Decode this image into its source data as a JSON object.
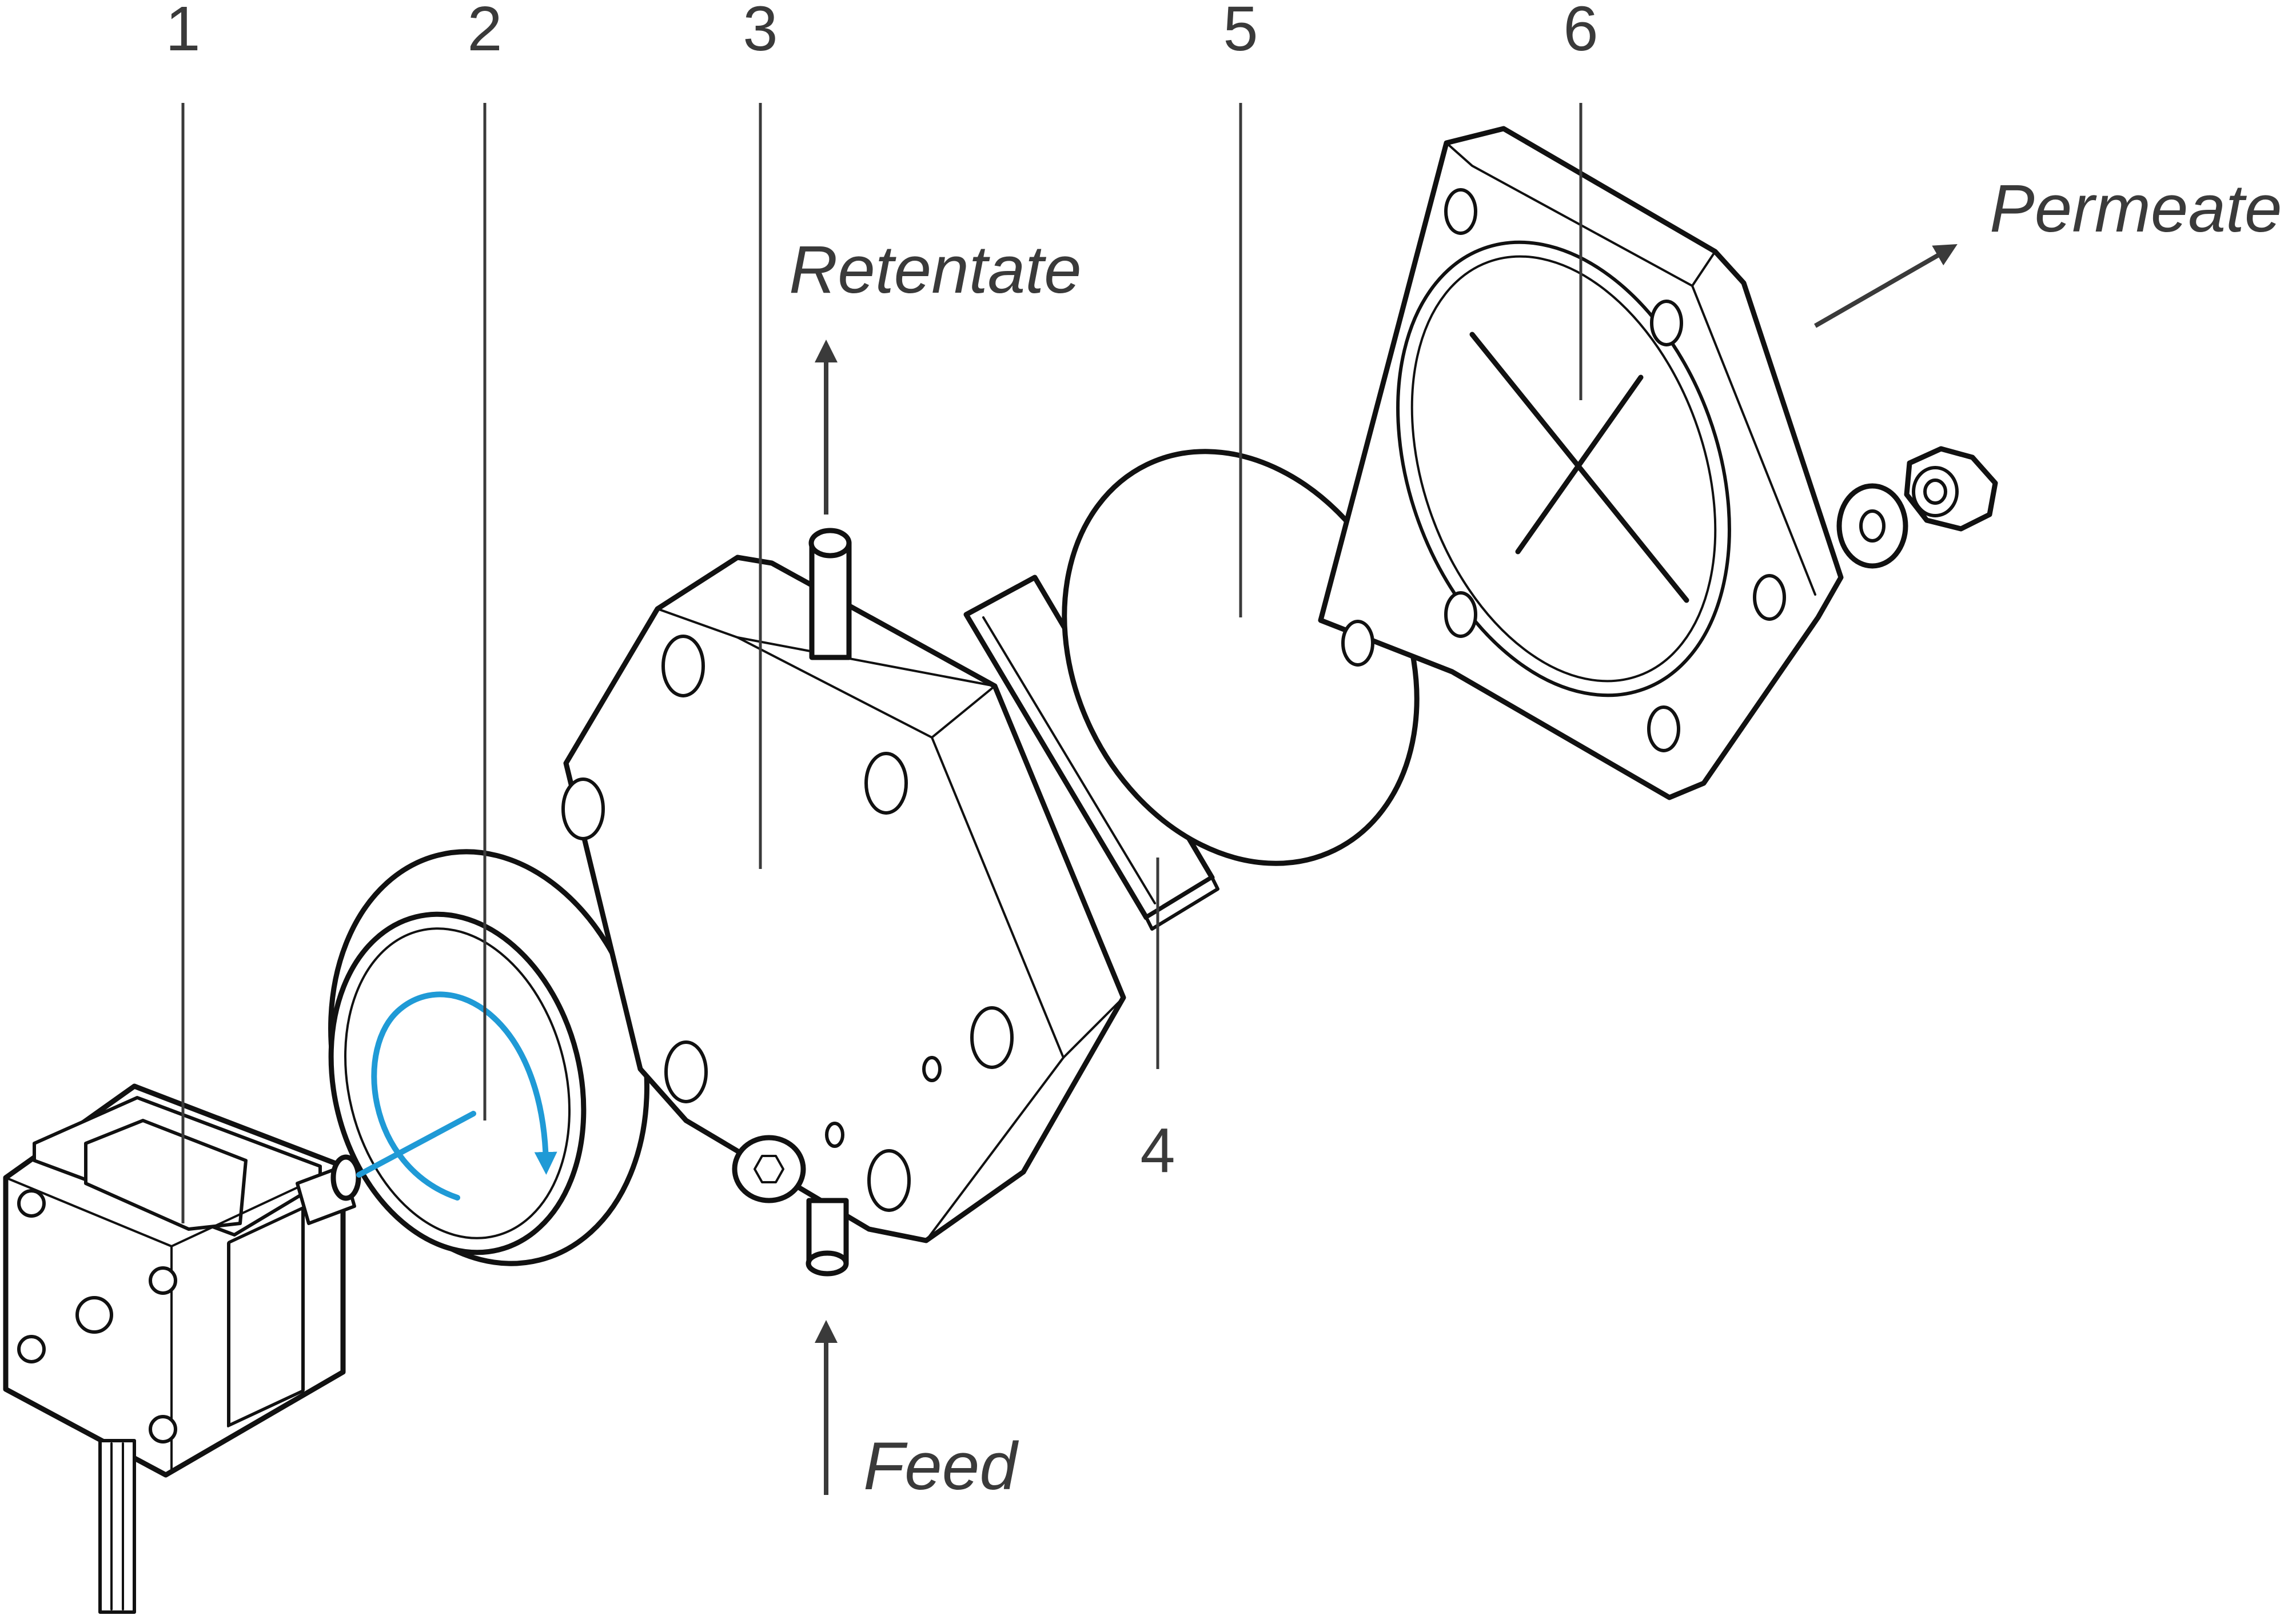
{
  "part_labels": [
    "1",
    "2",
    "3",
    "4",
    "5",
    "6"
  ],
  "flow_labels": {
    "retentate": "Retentate",
    "permeate": "Permeate",
    "feed": "Feed"
  },
  "colors": {
    "line": "#111111",
    "label": "#3a3a3a",
    "rotation_arrow": "#1f9ad6"
  }
}
